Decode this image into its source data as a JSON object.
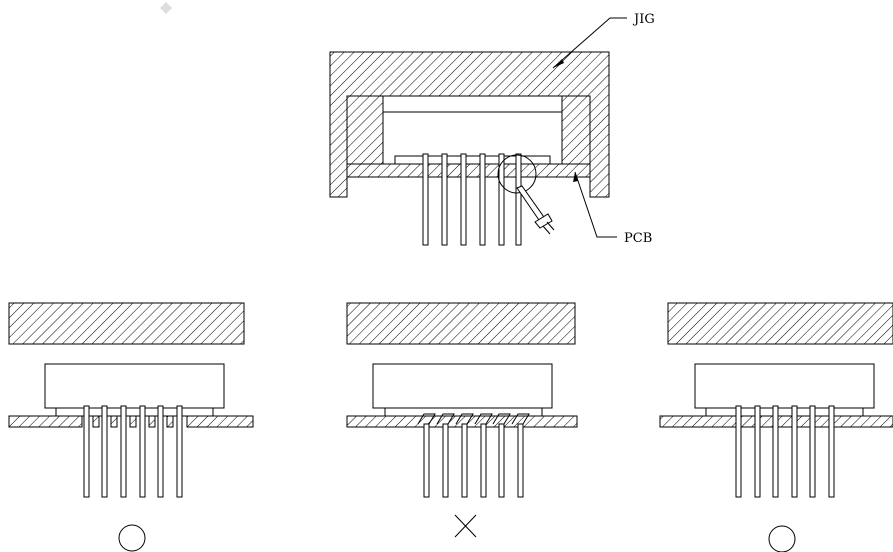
{
  "labels": {
    "jig": "JIG",
    "pcb": "PCB"
  },
  "verdicts": {
    "left": "good",
    "middle": "bad",
    "right": "good"
  },
  "pins_per_connector": 6
}
